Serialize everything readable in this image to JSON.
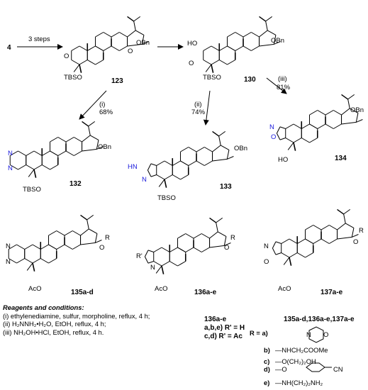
{
  "scheme": {
    "start_compound": "4",
    "arrow_3steps": "3 steps",
    "compounds": {
      "c123": "123",
      "c130": "130",
      "c132": "132",
      "c133": "133",
      "c134": "134",
      "c135": "135a-d",
      "c136": "136a-e",
      "c137": "137a-e"
    },
    "arrows": {
      "i_label": "(i)",
      "i_yield": "68%",
      "ii_label": "(ii)",
      "ii_yield": "74%",
      "iii_label": "(iii)",
      "iii_yield": "81%"
    },
    "atoms": {
      "obn": "OBn",
      "tbso": "TBSO",
      "aco": "AcO",
      "ho_ring": "HO",
      "o_ketone": "O",
      "o_carbonyl": "O",
      "ho": "HO",
      "r": "R",
      "r_prime": "R'",
      "hn": "HN",
      "n": "N",
      "o": "O"
    },
    "label_136": "136a-e",
    "label_136_abe": "a,b,e) R' = H",
    "label_136_cd": "c,d) R' = Ac",
    "label_all": "135a-d,136a-e,137a-e"
  },
  "conditions": {
    "title": "Reagents and conditions:",
    "lines": [
      "(i) ethylenediamine, sulfur, morpholine, reflux, 4 h;",
      "(ii) H₂NNH₂•H₂O, EtOH, reflux, 4 h;",
      "(iii) NH₂OH•HCl, EtOH, reflux, 4 h."
    ]
  },
  "r_groups": {
    "head": "R = a)",
    "b_key": "b)",
    "b_val": "—NHCH₂COOMe",
    "c_key": "c)",
    "c_val": "—O(CH₂)₂OH",
    "d_key": "d)",
    "d_val": "—O",
    "d_cn": "CN",
    "e_key": "e)",
    "e_val": "—NH(CH₂)₂NH₂",
    "morph_n": "N",
    "morph_o": "O"
  },
  "colors": {
    "heteroatom_blue": "#1a1adc",
    "line": "#000000"
  }
}
